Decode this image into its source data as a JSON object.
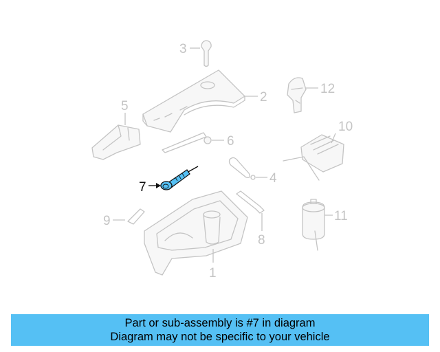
{
  "callouts": {
    "c1": "1",
    "c2": "2",
    "c3": "3",
    "c4": "4",
    "c5": "5",
    "c6": "6",
    "c7": "7",
    "c8": "8",
    "c9": "9",
    "c10": "10",
    "c11": "11",
    "c12": "12"
  },
  "highlighted_part": "7",
  "colors": {
    "highlight": "#55c0f4",
    "ghost": "#c4c4c4",
    "banner": "#55c0f4"
  },
  "banner": {
    "line1": "Part or sub-assembly is #7 in diagram",
    "line2": "Diagram may not be specific to your vehicle"
  }
}
